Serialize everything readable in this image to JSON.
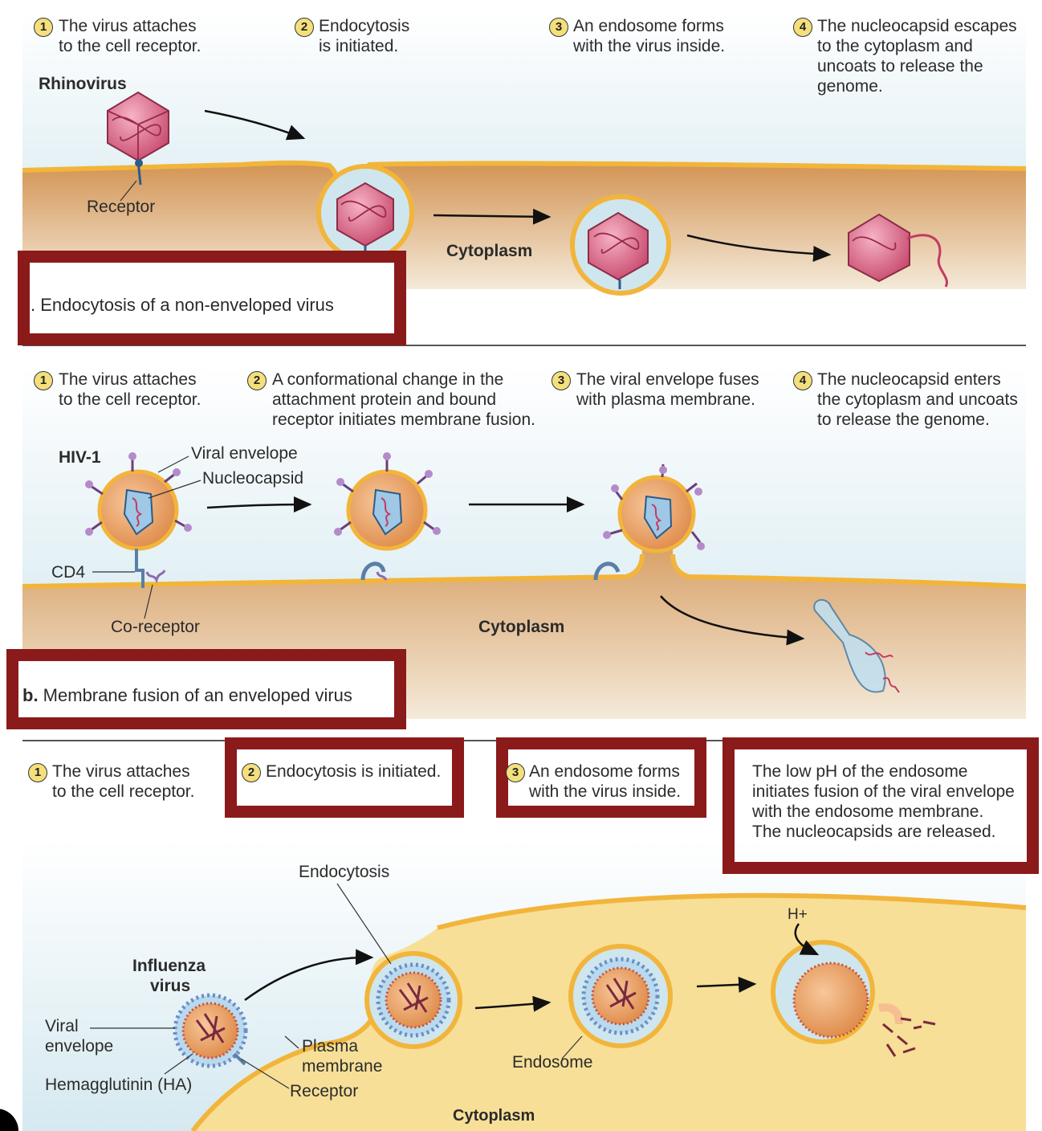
{
  "panel_a": {
    "steps": [
      {
        "num": "1",
        "text": [
          "The virus attaches",
          "to the cell receptor."
        ]
      },
      {
        "num": "2",
        "text": [
          "Endocytosis",
          "is initiated."
        ]
      },
      {
        "num": "3",
        "text": [
          "An endosome forms",
          "with the virus inside."
        ]
      },
      {
        "num": "4",
        "text": [
          "The nucleocapsid escapes",
          "to the cytoplasm and",
          "uncoats to release the",
          "genome."
        ]
      }
    ],
    "virus_label": "Rhinovirus",
    "receptor_label": "Receptor",
    "cytoplasm_label": "Cytoplasm",
    "caption": ". Endocytosis of a non-enveloped virus"
  },
  "panel_b": {
    "steps": [
      {
        "num": "1",
        "text": [
          "The virus attaches",
          "to the cell receptor."
        ]
      },
      {
        "num": "2",
        "text": [
          "A conformational change in the",
          "attachment protein and bound",
          "receptor initiates membrane fusion."
        ]
      },
      {
        "num": "3",
        "text": [
          "The viral envelope fuses",
          "with plasma membrane."
        ]
      },
      {
        "num": "4",
        "text": [
          "The nucleocapsid enters",
          "the cytoplasm and uncoats",
          "to release the genome."
        ]
      }
    ],
    "virus_label": "HIV-1",
    "envelope_label": "Viral envelope",
    "nucleocapsid_label": "Nucleocapsid",
    "cd4_label": "CD4",
    "coreceptor_label": "Co-receptor",
    "cytoplasm_label": "Cytoplasm",
    "caption_letter": "b.",
    "caption": " Membrane fusion of an enveloped virus"
  },
  "panel_c": {
    "steps": [
      {
        "num": "1",
        "text": [
          "The virus attaches",
          "to the cell receptor."
        ]
      },
      {
        "num": "2",
        "text": [
          "Endocytosis is initiated."
        ]
      },
      {
        "num": "3",
        "text": [
          "An endosome forms",
          "with the virus inside."
        ]
      },
      {
        "num": "",
        "text": [
          "The low pH of the endosome",
          "initiates fusion of the viral envelope",
          "with the endosome membrane.",
          "The nucleocapsids are released."
        ]
      }
    ],
    "endocytosis_label": "Endocytosis",
    "virus_label": [
      "Influenza",
      "virus"
    ],
    "envelope_label": [
      "Viral",
      "envelope"
    ],
    "ha_label": "Hemagglutinin (HA)",
    "membrane_label": [
      "Plasma",
      "membrane"
    ],
    "receptor_label": "Receptor",
    "endosome_label": "Endosome",
    "proton_label": "H+",
    "cytoplasm_label": "Cytoplasm"
  },
  "colors": {
    "sky_top": "#ffffff",
    "sky_bottom": "#cfe6ee",
    "cytoplasm_tan": "#d9a05c",
    "cytoplasm_light": "#f6dc8e",
    "membrane": "#f1b43a",
    "virus_pink": "#d9607f",
    "highlight_red": "#8b1a1a"
  }
}
